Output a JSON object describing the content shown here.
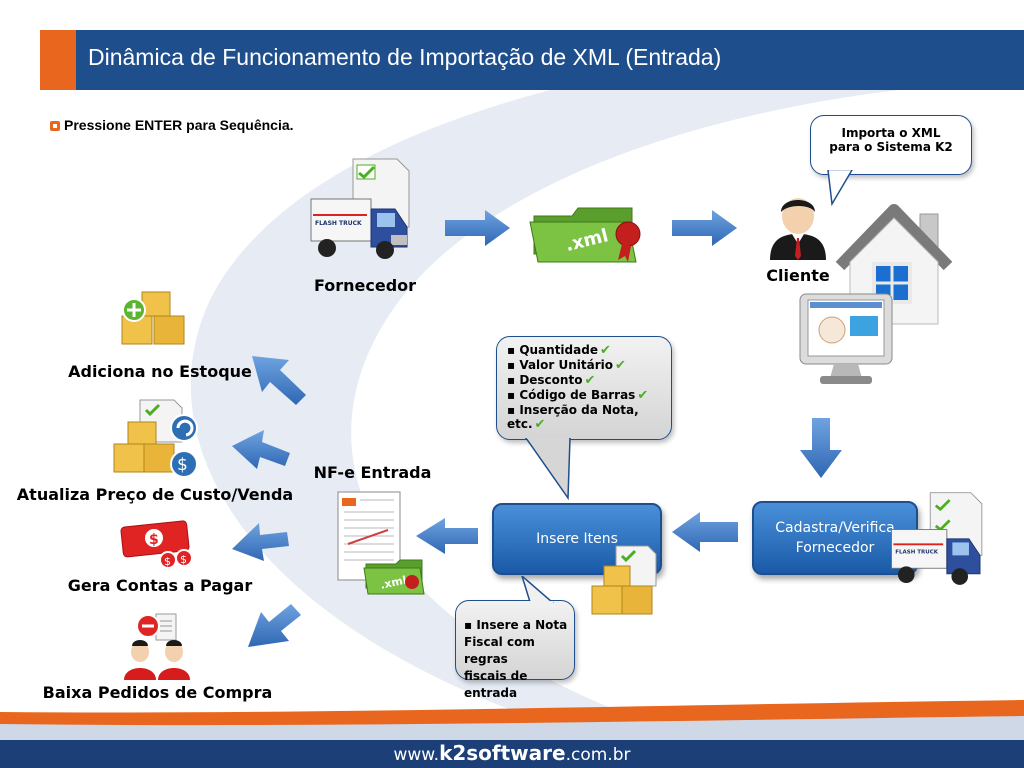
{
  "title": "Dinâmica de Funcionamento de Importação de XML (Entrada)",
  "instruction": "Pressione ENTER para Sequência.",
  "nodes": {
    "fornecedor": "Fornecedor",
    "cliente": "Cliente",
    "adiciona": "Adiciona no Estoque",
    "atualiza": "Atualiza Preço de Custo/Venda",
    "gera": "Gera Contas a Pagar",
    "baixa": "Baixa Pedidos de Compra",
    "nfe": "NF-e Entrada"
  },
  "callouts": {
    "importa_line1": "Importa o XML",
    "importa_line2": "para o Sistema K2",
    "itens": [
      "Quantidade",
      "Valor Unitário",
      "Desconto",
      "Código de Barras",
      "Inserção da Nota, etc."
    ],
    "nota_line1": "Insere a Nota",
    "nota_line2": "Fiscal com regras",
    "nota_line3": "fiscais de entrada"
  },
  "buttons": {
    "insere_itens": "Insere Itens",
    "cadastra_line1": "Cadastra/Verifica",
    "cadastra_line2": "Fornecedor"
  },
  "icon_labels": {
    "xml": ".xml",
    "truck": "FLASH TRUCK"
  },
  "footer": {
    "prefix": "www.",
    "brand": "k2software",
    "suffix": ".com.br"
  },
  "colors": {
    "title_bar": "#1f4e8c",
    "accent": "#e8661e",
    "arrow": "#3d78c4",
    "button": "#2a6fc0",
    "footer": "#1c3f78"
  }
}
